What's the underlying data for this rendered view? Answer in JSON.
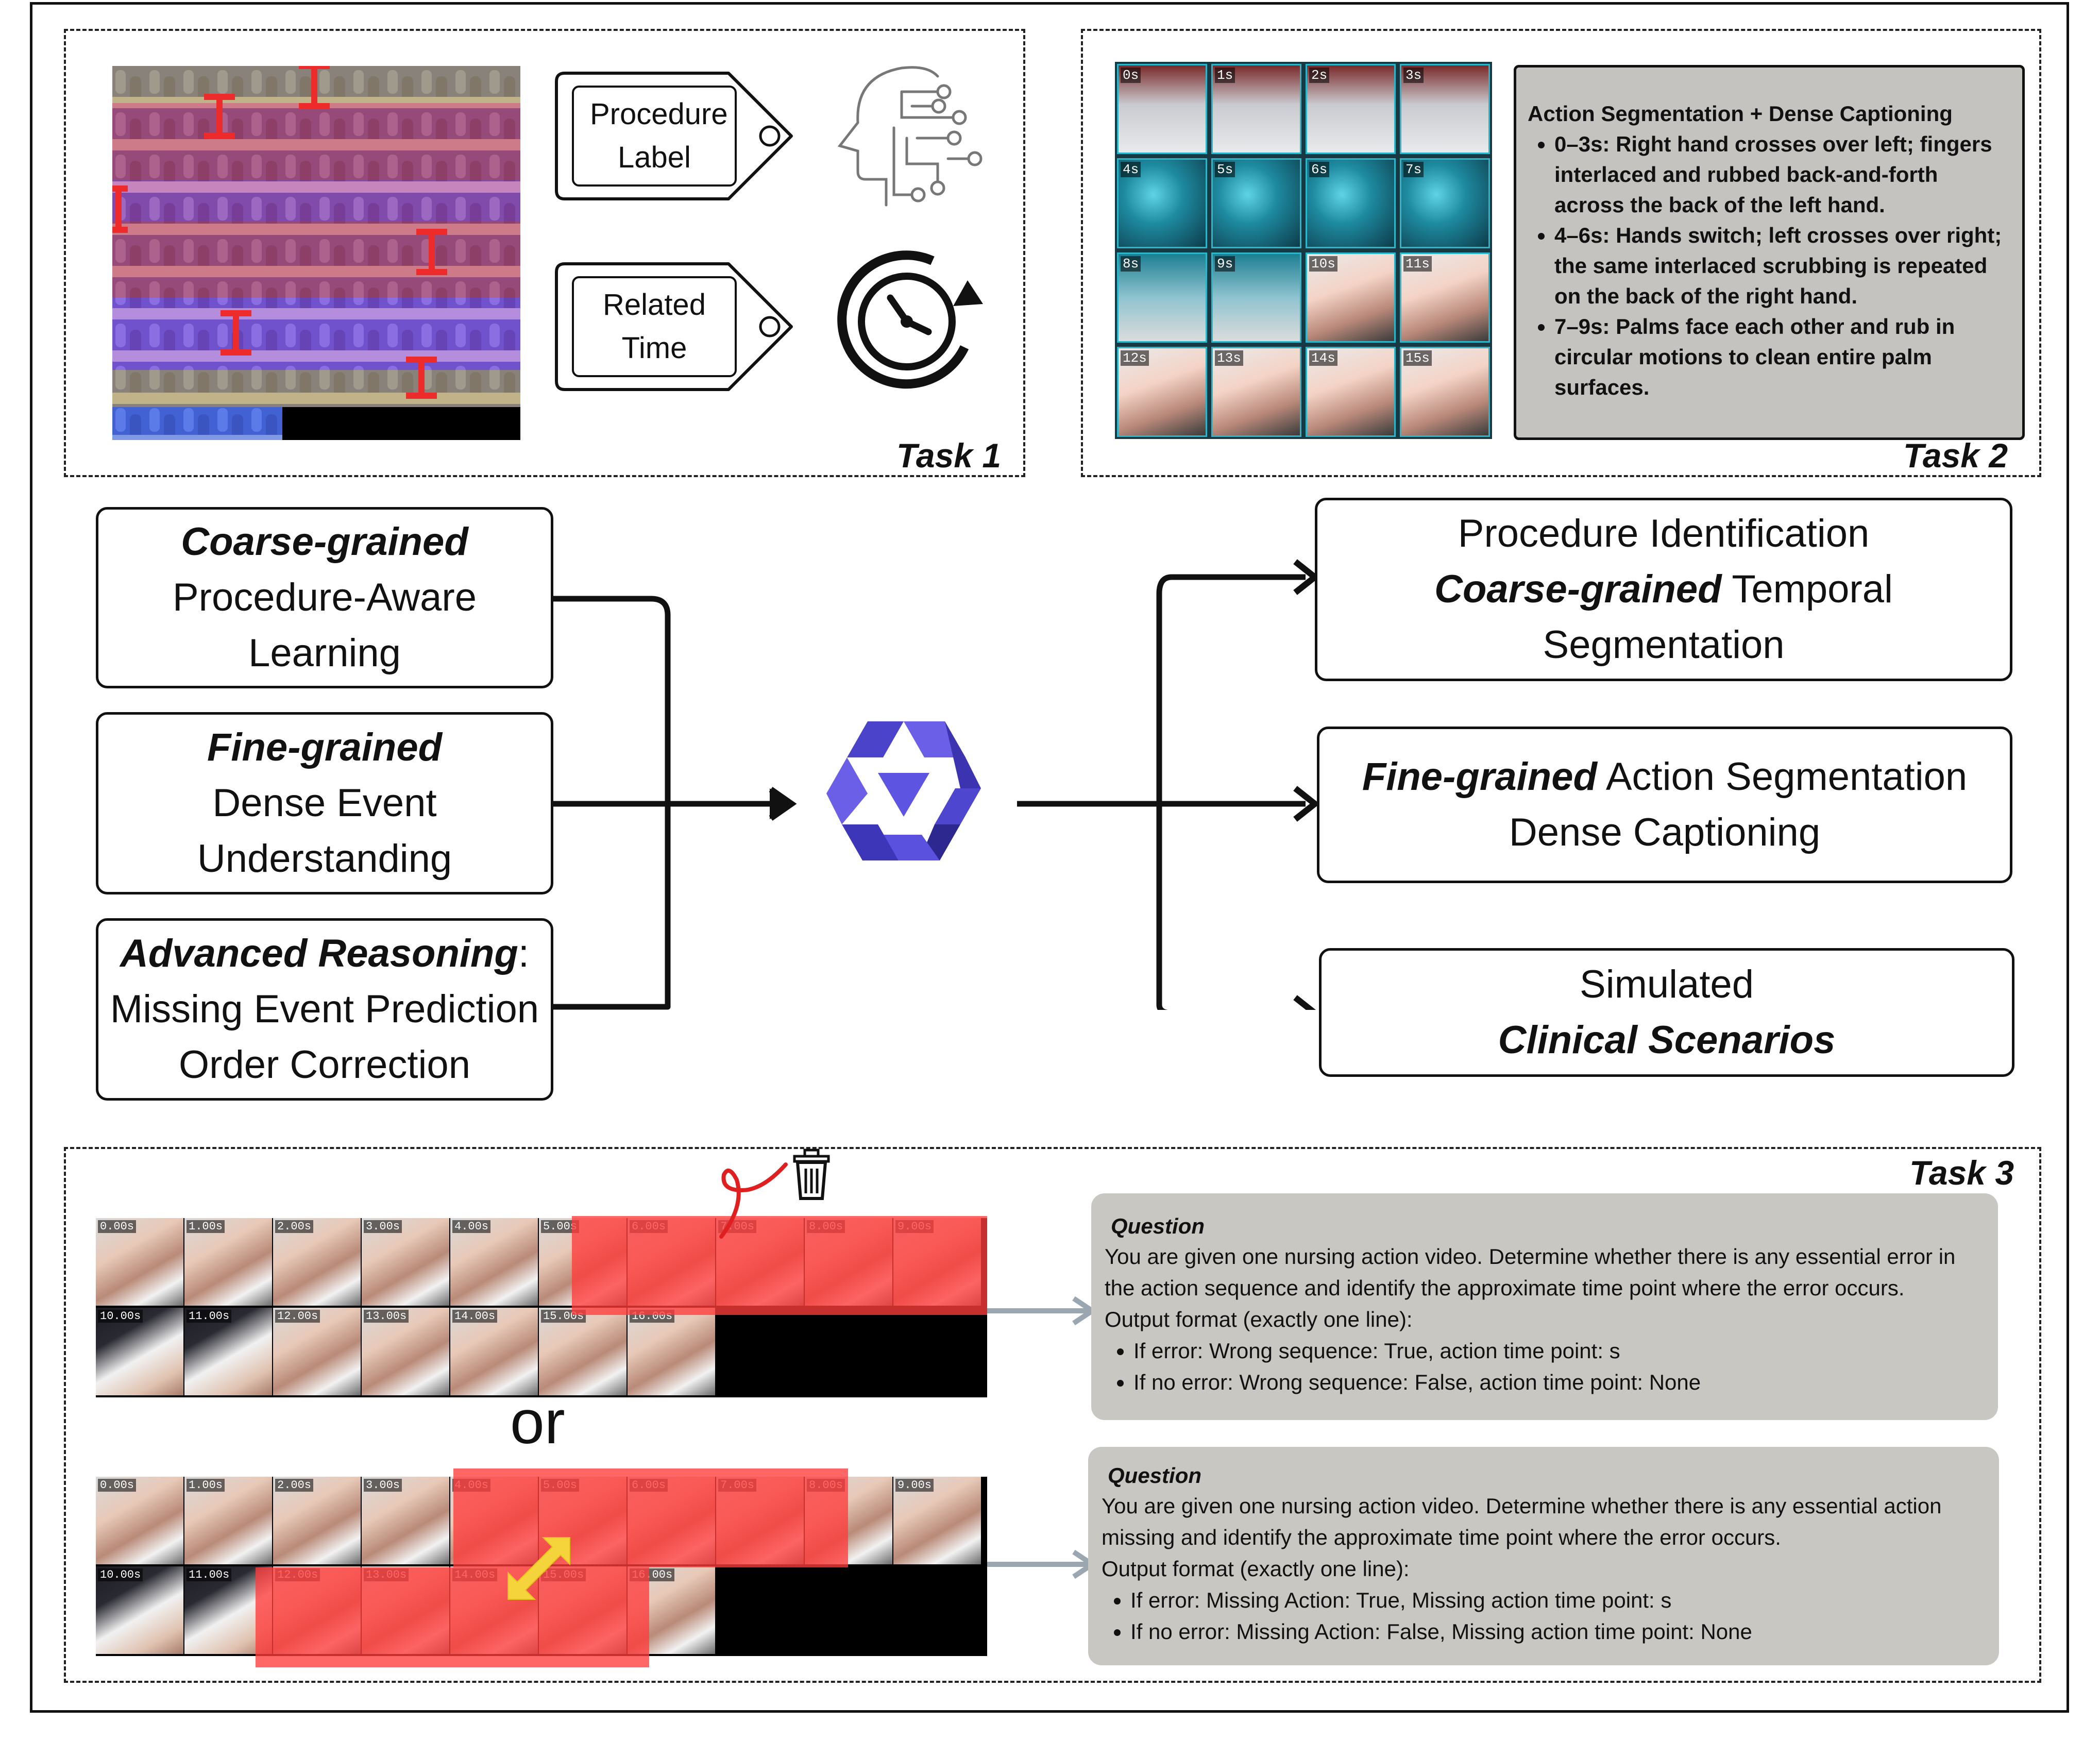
{
  "task1": {
    "label": "Task 1",
    "tag_procedure": "Procedure Label",
    "tag_time": "Related Time"
  },
  "task2": {
    "label": "Task 2",
    "grid_timestamps": [
      "0s",
      "1s",
      "2s",
      "3s",
      "4s",
      "5s",
      "6s",
      "7s",
      "8s",
      "9s",
      "10s",
      "11s",
      "12s",
      "13s",
      "14s",
      "15s"
    ],
    "caption_title": "Action Segmentation + Dense Captioning",
    "caption_items": [
      "0–3s: Right hand crosses over left; fingers interlaced and rubbed back-and-forth across the back of the left hand.",
      "4–6s: Hands switch; left crosses over right; the same interlaced scrubbing is repeated on the back of the right hand.",
      "7–9s: Palms face each other and rub in circular motions to clean entire palm surfaces."
    ]
  },
  "inputs": {
    "coarse_em": "Coarse-grained",
    "coarse_l1": "Procedure-Aware",
    "coarse_l2": "Learning",
    "fine_em": "Fine-grained",
    "fine_l1": "Dense Event",
    "fine_l2": "Understanding",
    "adv_em": "Advanced Reasoning",
    "adv_colon": ":",
    "adv_l1": "Missing Event Prediction",
    "adv_l2": "Order Correction"
  },
  "outputs": {
    "out1_l1": "Procedure Identification",
    "out1_em": "Coarse-grained",
    "out1_l2rest": " Temporal",
    "out1_l3": "Segmentation",
    "out2_em": "Fine-grained",
    "out2_l1rest": " Action Segmentation",
    "out2_l2": "Dense Captioning",
    "out3_l1": "Simulated",
    "out3_em": "Clinical Scenarios"
  },
  "task3": {
    "label": "Task 3",
    "or_text": "or",
    "row_a_top": [
      "0.00s",
      "1.00s",
      "2.00s",
      "3.00s",
      "4.00s",
      "5.00s",
      "6.00s",
      "7.00s",
      "8.00s",
      "9.00s"
    ],
    "row_a_bottom": [
      "10.00s",
      "11.00s",
      "12.00s",
      "13.00s",
      "14.00s",
      "15.00s",
      "16.00s"
    ],
    "row_b_top": [
      "0.00s",
      "1.00s",
      "2.00s",
      "3.00s",
      "4.00s",
      "5.00s",
      "6.00s",
      "7.00s",
      "8.00s",
      "9.00s"
    ],
    "row_b_bottom": [
      "10.00s",
      "11.00s",
      "12.00s",
      "13.00s",
      "14.00s",
      "15.00s",
      "16.00s"
    ],
    "q1": {
      "title": "Question",
      "body": "You are given one nursing action video. Determine whether there is any essential error in the action sequence and identify the approximate time point where the error occurs.",
      "format": "Output format (exactly one line):",
      "items": [
        "If error: Wrong sequence: True, action time point: s",
        "If no error: Wrong sequence: False, action time point: None"
      ]
    },
    "q2": {
      "title": "Question",
      "body": "You are given one nursing action video. Determine whether there is any essential action missing and identify the approximate time point where the error occurs.",
      "format": "Output format (exactly one line):",
      "items": [
        "If error: Missing Action: True, Missing action time point: s",
        "If no error: Missing Action: False, Missing action time point: None"
      ]
    }
  },
  "colors": {
    "highlight_red": "#ff3b3b",
    "logo_purple": "#5b4fd9",
    "question_gray": "#c9c7c2",
    "caption_gray": "#c4c3c0",
    "arrow_gray": "#9aa7b1"
  }
}
